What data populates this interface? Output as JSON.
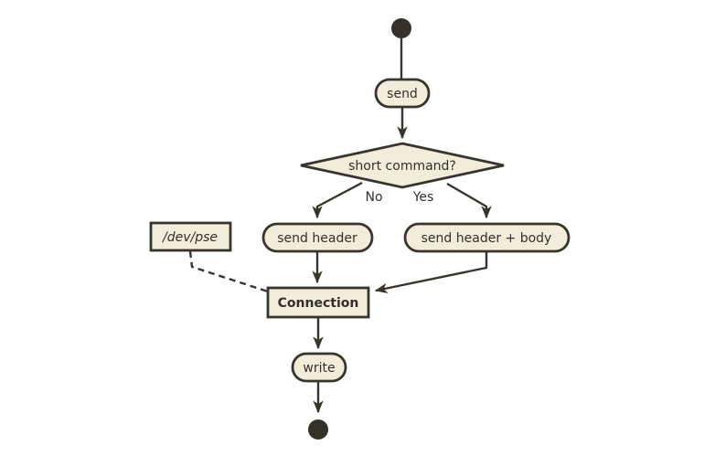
{
  "diagram": {
    "type": "activity-flowchart",
    "colors": {
      "background": "#ffffff",
      "node_fill": "#f2ecdb",
      "node_stroke": "#38352f",
      "edge": "#38352f",
      "text": "#33302b"
    },
    "nodes": {
      "start": {
        "type": "initial-node"
      },
      "send": {
        "label": "send"
      },
      "decision": {
        "label": "short command?"
      },
      "send_header": {
        "label": "send header"
      },
      "send_header_body": {
        "label": "send header + body"
      },
      "dev_pse": {
        "label": "/dev/pse"
      },
      "connection": {
        "label": "Connection"
      },
      "write": {
        "label": "write"
      },
      "end": {
        "type": "final-node"
      }
    },
    "edges": {
      "no_label": "No",
      "yes_label": "Yes"
    }
  }
}
